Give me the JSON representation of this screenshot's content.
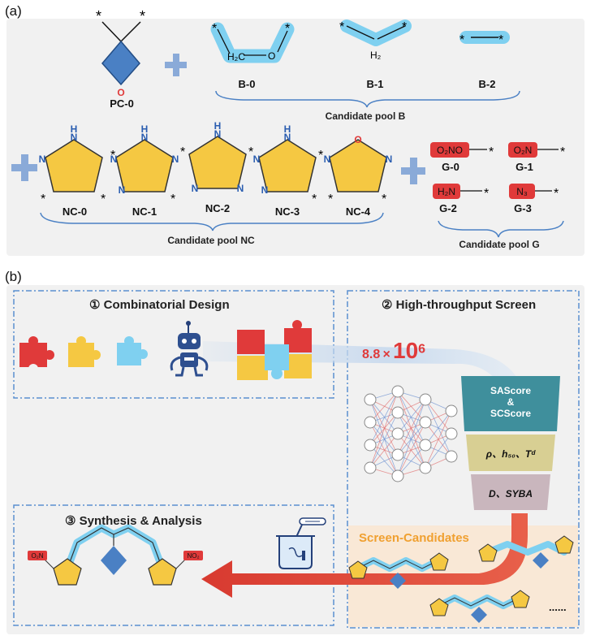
{
  "panel_a": {
    "label": "(a)",
    "pc0": "PC-0",
    "b_labels": [
      "B-0",
      "B-1",
      "B-2"
    ],
    "pool_b": "Candidate pool B",
    "nc_labels": [
      "NC-0",
      "NC-1",
      "NC-2",
      "NC-3",
      "NC-4"
    ],
    "pool_nc": "Candidate pool NC",
    "g_labels": [
      "G-0",
      "G-1",
      "G-2",
      "G-3"
    ],
    "g_groups": [
      "O₂NO",
      "O₂N",
      "H₂N",
      "N₃"
    ],
    "pool_g": "Candidate pool  G",
    "atoms": {
      "star": "*",
      "o": "O",
      "n": "N",
      "h": "H",
      "h2c": "H₂C",
      "h2": "H₂",
      "nh": "NH"
    }
  },
  "panel_b": {
    "label": "(b)",
    "step1": "①  Combinatorial Design",
    "step2": "②  High-throughput Screen",
    "step3": "③  Synthesis & Analysis",
    "count_prefix": "8.8 × ",
    "count_base": "10",
    "count_exp": "6",
    "funnel_1a": "SAScore",
    "funnel_1b": "&",
    "funnel_1c": "SCScore",
    "funnel_2": "ρ、h₅₀、Tᵈ",
    "funnel_3": "D、SYBA",
    "candidates": "Screen-Candidates",
    "ellipsis": "......",
    "mol_o2n": "O₂N",
    "mol_no2": "NO₂"
  },
  "colors": {
    "yellow": "#f5c842",
    "blue": "#4a80c4",
    "cyan": "#7fd0f0",
    "red": "#e03a3a",
    "teal": "#3f8f9c"
  }
}
